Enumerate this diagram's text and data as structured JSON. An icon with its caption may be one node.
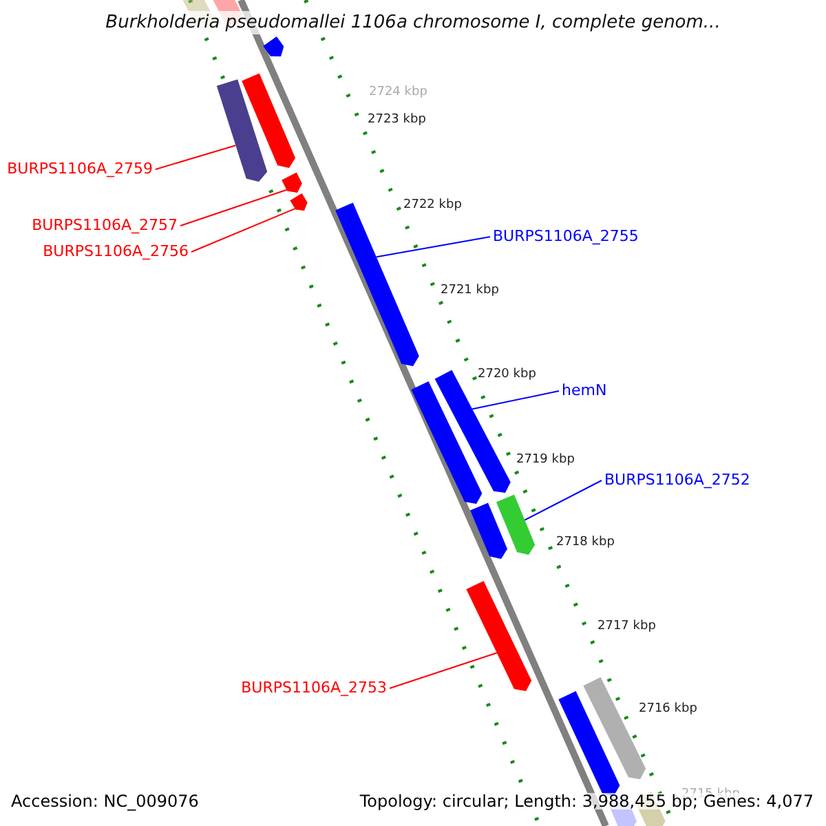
{
  "diagram": {
    "title": "Burkholderia pseudomallei 1106a chromosome I, complete genom...",
    "nodes": [
      {
        "text": [],
        "shape": "bar"
      },
      {
        "text": [],
        "shape": "bar"
      },
      {
        "text": [],
        "shape": "bar"
      },
      {
        "text": [],
        "shape": "bar"
      },
      {
        "text": [],
        "shape": "bar"
      },
      {
        "text": [],
        "shape": "bar"
      },
      {
        "text": [],
        "shape": "bar"
      },
      {
        "text": [],
        "shape": "bar"
      },
      {
        "text": [],
        "shape": "bar"
      },
      {
        "text": [],
        "shape": "bar"
      },
      {
        "text": [],
        "shape": "bar"
      },
      {
        "text": [],
        "shape": "bar"
      },
      {
        "text": [],
        "shape": "bar"
      },
      {
        "text": [],
        "shape": "bar"
      },
      {
        "text": [],
        "shape": "bar"
      },
      {
        "text": [],
        "shape": "bar"
      },
      {
        "text": [],
        "shape": "bar"
      },
      {
        "text": [
          "BURPS1106A_2759"
        ]
      },
      {
        "text": [
          "BURPS1106A_2757"
        ]
      },
      {
        "text": [
          "BURPS1106A_2756"
        ]
      },
      {
        "text": [
          "BURPS1106A_2755"
        ]
      },
      {
        "text": [
          "hemN"
        ]
      },
      {
        "text": [
          "BURPS1106A_2752"
        ]
      },
      {
        "text": [
          "BURPS1106A_2753"
        ]
      }
    ],
    "edges": [
      {
        "from": 17,
        "to": 3,
        "arrow": "none"
      },
      {
        "from": 18,
        "to": 5,
        "arrow": "none"
      },
      {
        "from": 19,
        "to": 6,
        "arrow": "none"
      },
      {
        "from": 20,
        "to": 7,
        "arrow": "none",
        "color": "#0000ff"
      },
      {
        "from": 21,
        "to": 8,
        "arrow": "none",
        "color": "#0000ff"
      },
      {
        "from": 22,
        "to": 11,
        "arrow": "none",
        "color": "#0000ff"
      },
      {
        "from": 23,
        "to": 12,
        "arrow": "none"
      }
    ],
    "labels": [
      "2724 kbp",
      "2723 kbp",
      "2722 kbp",
      "2721 kbp",
      "2720 kbp",
      "2719 kbp",
      "2718 kbp",
      "2717 kbp",
      "2716 kbp",
      "2715 kbp",
      "Accession: NC_009076",
      "Topology: circular; Length: 3,988,455 bp; Genes: 4,077"
    ]
  }
}
